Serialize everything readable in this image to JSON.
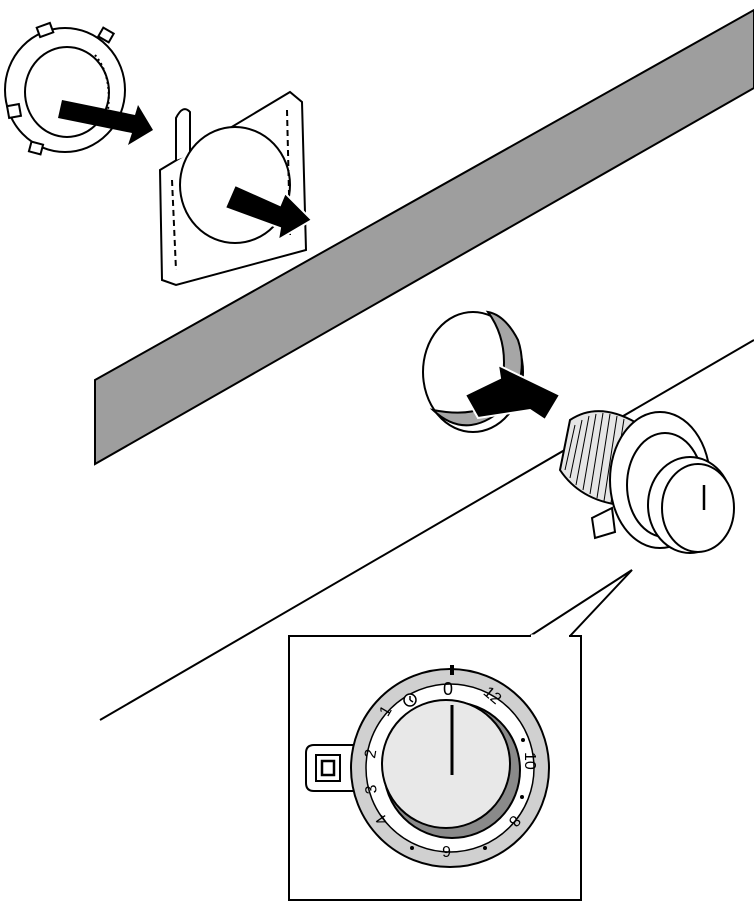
{
  "dial": {
    "zero_label": "0",
    "scale_labels": [
      "1",
      "2",
      "3",
      "4",
      "6",
      "8",
      "10",
      "12"
    ],
    "symbol_icon": "timer-icon"
  },
  "knob": {
    "front_marker": "I"
  },
  "colors": {
    "line": "#000000",
    "panel_fill": "#9e9e9e",
    "hole_fill": "#a6a6a6",
    "knob_face": "#e8e8e8",
    "bezel": "#c8c8c8"
  },
  "icons": {
    "nut": "lock-nut-icon",
    "plate": "mounting-plate-icon",
    "arrows": "arrow-icon"
  }
}
